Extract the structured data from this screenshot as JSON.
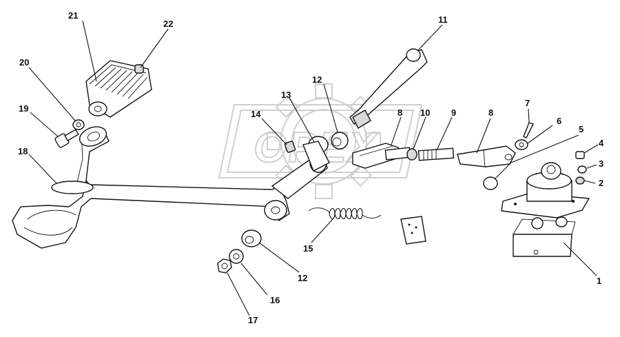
{
  "diagram": {
    "watermark_text": "ОРЕХ",
    "callouts": [
      {
        "id": "c1",
        "text": "1"
      },
      {
        "id": "c2",
        "text": "2"
      },
      {
        "id": "c3",
        "text": "3"
      },
      {
        "id": "c4",
        "text": "4"
      },
      {
        "id": "c5",
        "text": "5"
      },
      {
        "id": "c6",
        "text": "6"
      },
      {
        "id": "c7",
        "text": "7"
      },
      {
        "id": "c8a",
        "text": "8"
      },
      {
        "id": "c8b",
        "text": "8"
      },
      {
        "id": "c9",
        "text": "9"
      },
      {
        "id": "c10",
        "text": "10"
      },
      {
        "id": "c11",
        "text": "11"
      },
      {
        "id": "c12a",
        "text": "12"
      },
      {
        "id": "c12b",
        "text": "12"
      },
      {
        "id": "c13",
        "text": "13"
      },
      {
        "id": "c14",
        "text": "14"
      },
      {
        "id": "c15",
        "text": "15"
      },
      {
        "id": "c16",
        "text": "16"
      },
      {
        "id": "c17",
        "text": "17"
      },
      {
        "id": "c18",
        "text": "18"
      },
      {
        "id": "c19",
        "text": "19"
      },
      {
        "id": "c20",
        "text": "20"
      },
      {
        "id": "c21",
        "text": "21"
      },
      {
        "id": "c22",
        "text": "22"
      }
    ]
  }
}
